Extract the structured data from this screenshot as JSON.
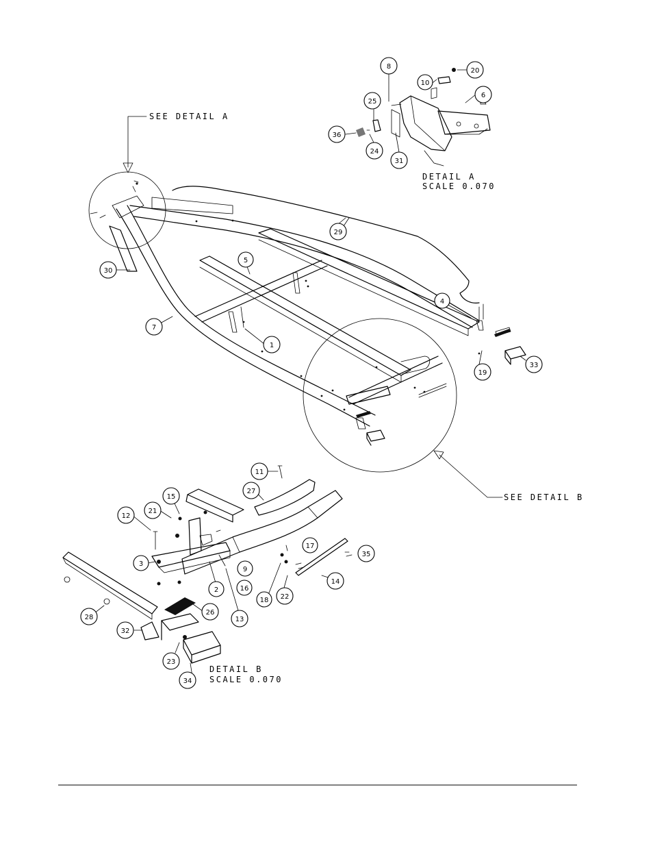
{
  "callouts": {
    "see_detail_a": "SEE DETAIL  A",
    "see_detail_b": "SEE DETAIL  B"
  },
  "detail_a": {
    "title": "DETAIL  A",
    "scale": "SCALE  0.070"
  },
  "detail_b": {
    "title": "DETAIL  B",
    "scale": "SCALE  0.070"
  },
  "parts": {
    "p1": "1",
    "p2": "2",
    "p3": "3",
    "p4": "4",
    "p5": "5",
    "p6": "6",
    "p7": "7",
    "p8": "8",
    "p9": "9",
    "p10": "10",
    "p11": "11",
    "p12": "12",
    "p13": "13",
    "p14": "14",
    "p15": "15",
    "p16": "16",
    "p17": "17",
    "p18": "18",
    "p19": "19",
    "p20": "20",
    "p21": "21",
    "p22": "22",
    "p23": "23",
    "p24": "24",
    "p25": "25",
    "p26": "26",
    "p27": "27",
    "p28": "28",
    "p29": "29",
    "p30": "30",
    "p31": "31",
    "p32": "32",
    "p33": "33",
    "p34": "34",
    "p35": "35",
    "p36": "36"
  }
}
